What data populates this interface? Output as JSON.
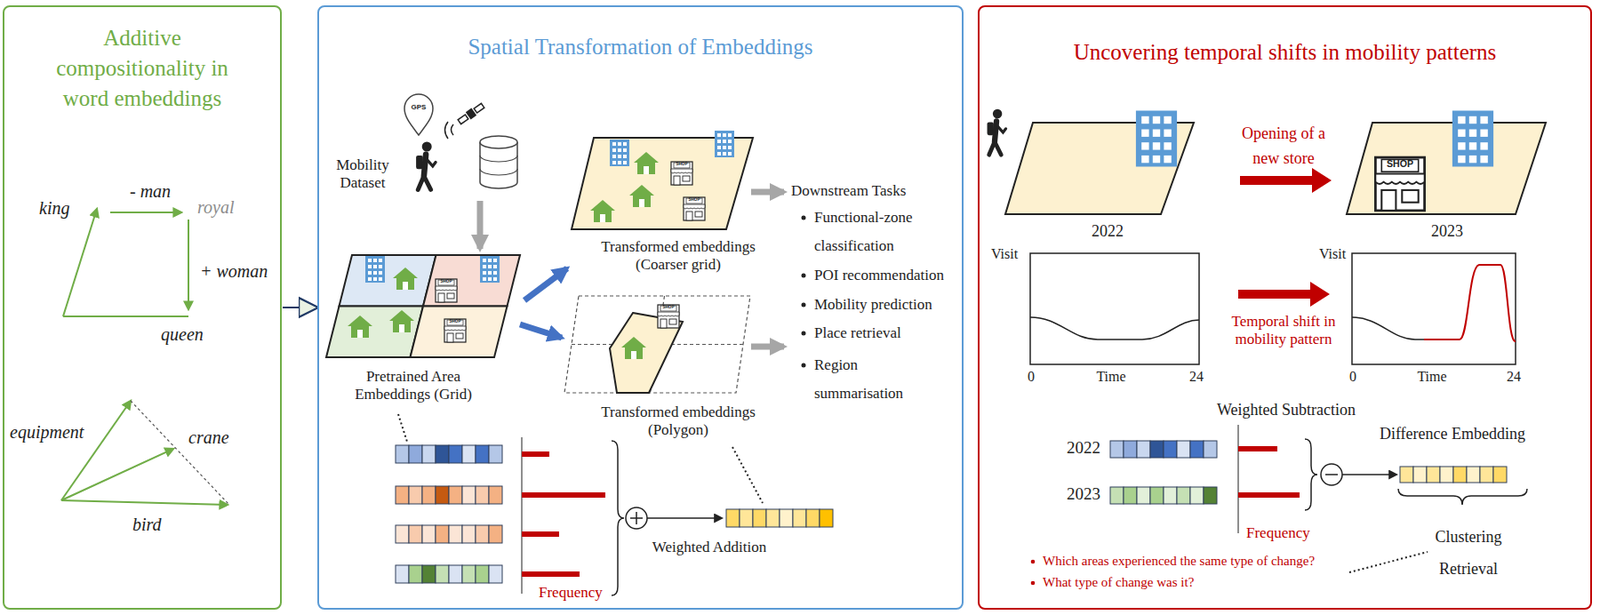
{
  "diagram": {
    "nodes": [
      {
        "text": [
          "Additive compositionality in word embeddings"
        ]
      },
      {
        "text": [
          "Spatial Transformation of Embeddings"
        ]
      },
      {
        "text": [
          "Uncovering temporal shifts in mobility patterns"
        ]
      }
    ],
    "edges": [
      {
        "from": 0,
        "to": 1,
        "arrow": "to"
      }
    ],
    "labels": [
      "king",
      "- man",
      "royal",
      "+ woman",
      "queen",
      "equipment",
      "crane",
      "bird",
      "GPS",
      "Mobility Dataset",
      "SHOP",
      "SHOP",
      "Pretrained Area Embeddings (Grid)",
      "SHOP",
      "SHOP",
      "Transformed embeddings (Coarser grid)",
      "SHOP",
      "Transformed embeddings (Polygon)",
      "Downstream Tasks",
      "Functional-zone classification",
      "POI recommendation",
      "Mobility prediction",
      "Place retrieval",
      "Region summarisation",
      "Frequency",
      "Weighted Addition",
      "Opening of a new store",
      "SHOP",
      "2022",
      "2023",
      "Visit",
      "Time",
      "0",
      "24",
      "Visit",
      "Time",
      "0",
      "24",
      "Temporal shift in mobility pattern",
      "Weighted Subtraction",
      "2022",
      "2023",
      "Frequency",
      "Difference Embedding",
      "Clustering",
      "Retrieval",
      "Which areas experienced the same type of change?",
      "What type of change was it?"
    ]
  }
}
